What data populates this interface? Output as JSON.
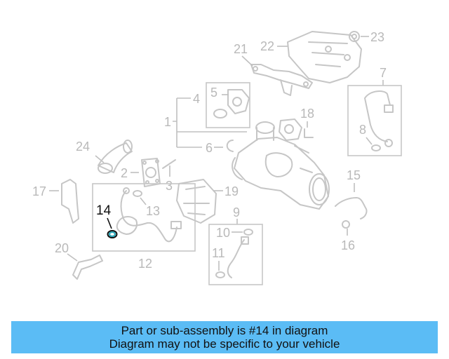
{
  "diagram": {
    "callouts": {
      "c1": "1",
      "c2": "2",
      "c3": "3",
      "c4": "4",
      "c5": "5",
      "c6": "6",
      "c7": "7",
      "c8": "8",
      "c9": "9",
      "c10": "10",
      "c11": "11",
      "c12": "12",
      "c13": "13",
      "c14": "14",
      "c15": "15",
      "c16": "16",
      "c17": "17",
      "c18": "18",
      "c19": "19",
      "c20": "20",
      "c21": "21",
      "c22": "22",
      "c23": "23",
      "c24": "24"
    },
    "highlighted_part": "14",
    "colors": {
      "highlight": "#2aa7b8",
      "parts": "#c6c6c6",
      "labels": "#b9b9b9"
    }
  },
  "banner": {
    "line1": "Part or sub-assembly is #14 in diagram",
    "line2": "Diagram may not be specific to your vehicle",
    "color": "#5bbcf5"
  }
}
